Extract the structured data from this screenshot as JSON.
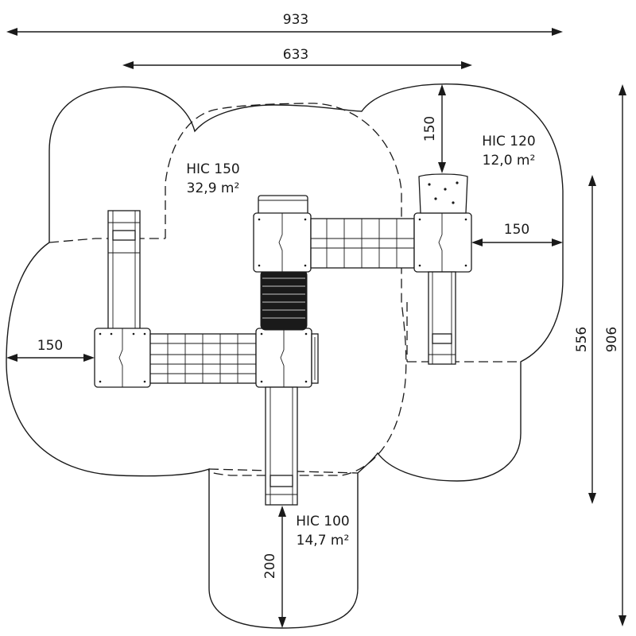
{
  "dimensions": {
    "total_width": "933",
    "inner_width": "633",
    "top_clearance": "150",
    "right_clearance": "150",
    "left_clearance": "150",
    "bottom_clearance": "200",
    "inner_height": "556",
    "total_height": "906"
  },
  "zones": {
    "hic_150": {
      "name": "HIC 150",
      "area": "32,9 m²"
    },
    "hic_120": {
      "name": "HIC 120",
      "area": "12,0 m²"
    },
    "hic_100": {
      "name": "HIC 100",
      "area": "14,7 m²"
    }
  },
  "colors": {
    "line": "#1a1a1a",
    "background": "#ffffff"
  }
}
